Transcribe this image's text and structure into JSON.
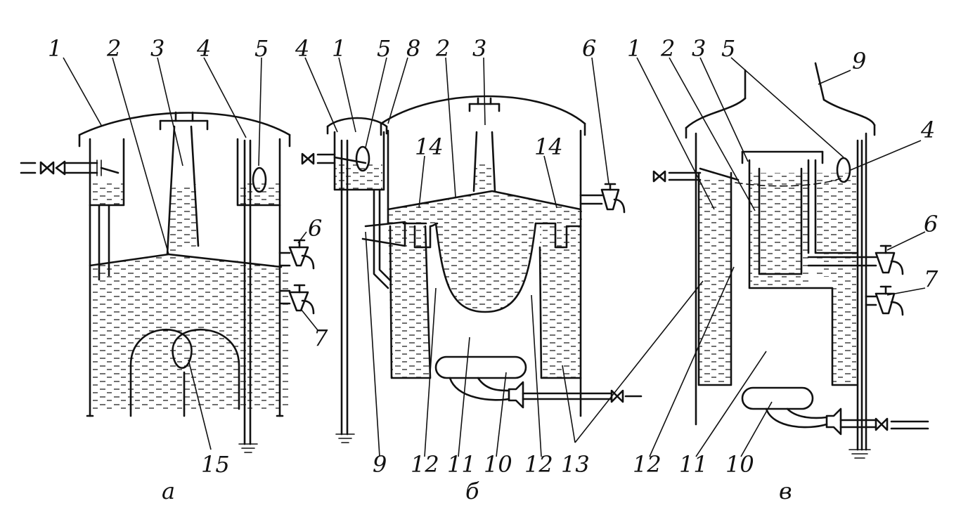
{
  "panels": [
    {
      "caption": "а",
      "labels": [
        "1",
        "2",
        "3",
        "4",
        "5",
        "6",
        "7",
        "15"
      ]
    },
    {
      "caption": "б",
      "labels": [
        "4",
        "1",
        "5",
        "8",
        "2",
        "3",
        "6",
        "14",
        "14",
        "9",
        "12",
        "11",
        "10",
        "12",
        "13"
      ]
    },
    {
      "caption": "в",
      "labels": [
        "1",
        "2",
        "3",
        "5",
        "9",
        "4",
        "6",
        "7",
        "12",
        "11",
        "10"
      ]
    }
  ],
  "colors": {
    "ink": "#111111",
    "paper": "#ffffff"
  }
}
